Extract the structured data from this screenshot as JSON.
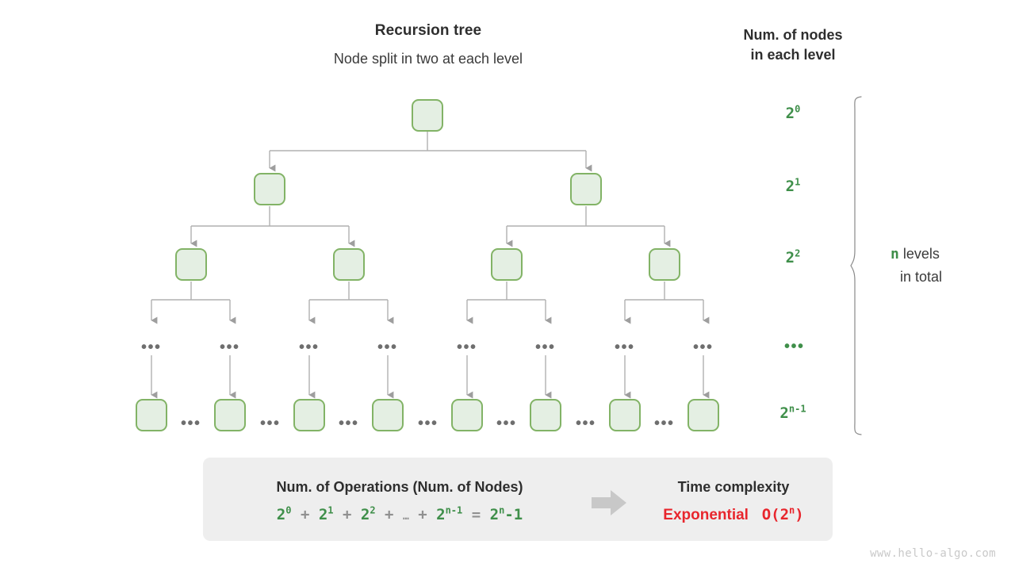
{
  "headings": {
    "title": "Recursion tree",
    "subtitle": "Node split in two at each level",
    "column_title_line1": "Num. of nodes",
    "column_title_line2": "in each level"
  },
  "level_labels": [
    {
      "base": "2",
      "exp": "0"
    },
    {
      "base": "2",
      "exp": "1"
    },
    {
      "base": "2",
      "exp": "2"
    },
    {
      "base": "…",
      "exp": ""
    },
    {
      "base": "2",
      "exp": "n-1"
    }
  ],
  "brace": {
    "n_symbol": "n",
    "line1": "levels",
    "line2": "in total"
  },
  "ellipsis": "•••",
  "summary": {
    "left_title": "Num. of Operations (Num. of Nodes)",
    "formula": {
      "terms": [
        "2^0",
        "2^1",
        "2^2",
        "…",
        "2^n-1"
      ],
      "plus": "+",
      "equals": "=",
      "result": "2^n-1"
    },
    "right_title": "Time complexity",
    "right_label": "Exponential",
    "right_bigo": "O(2^n)",
    "arrow_icon": "right-arrow-icon"
  },
  "watermark": "www.hello-algo.com",
  "colors": {
    "node_fill": "#e4efe3",
    "node_border": "#82b366",
    "green_text": "#3f8f4a",
    "red_text": "#e8262d",
    "line_gray": "#b0b0b0",
    "box_bg": "#eeeeee",
    "watermark": "#c9c9c9"
  },
  "chart_data": {
    "type": "diagram",
    "title": "Recursion tree",
    "subtitle": "Node split in two at each level",
    "levels": [
      {
        "index": 0,
        "nodes": 1,
        "label": "2^0"
      },
      {
        "index": 1,
        "nodes": 2,
        "label": "2^1"
      },
      {
        "index": 2,
        "nodes": 4,
        "label": "2^2"
      },
      {
        "index": 3,
        "nodes": null,
        "label": "…"
      },
      {
        "index": 4,
        "nodes": 8,
        "label": "2^n-1"
      }
    ],
    "total_levels": "n",
    "total_operations": "2^0 + 2^1 + 2^2 + … + 2^n-1 = 2^n-1",
    "time_complexity": "O(2^n)",
    "complexity_class": "Exponential"
  }
}
